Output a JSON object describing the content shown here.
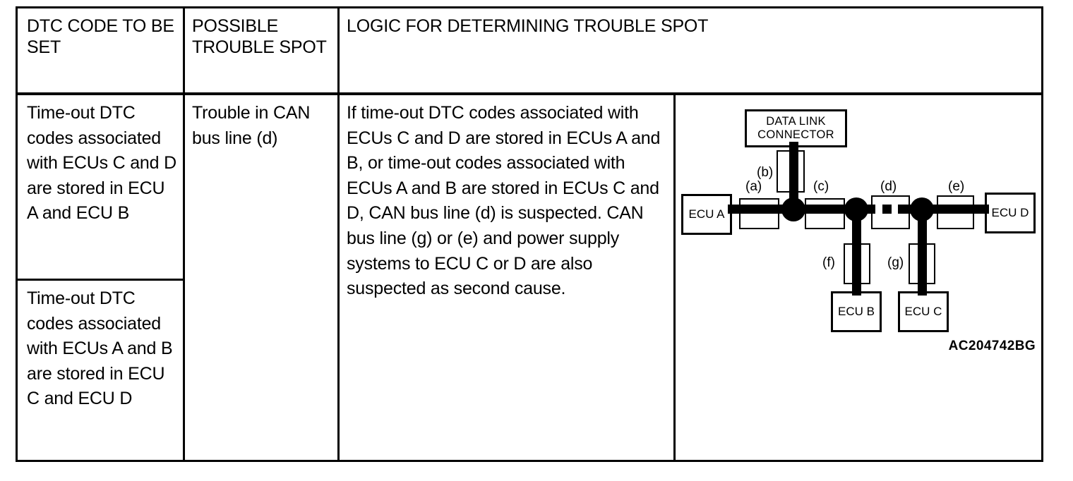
{
  "table": {
    "headers": [
      "DTC CODE TO BE SET",
      "POSSIBLE TROUBLE SPOT",
      "LOGIC FOR DETERMINING TROUBLE SPOT"
    ],
    "rows": [
      {
        "dtc": "Time-out DTC codes associated with ECUs C and D are stored in ECU A and ECU B"
      },
      {
        "dtc": "Time-out DTC codes associated with ECUs A and B are stored in ECU C and ECU D"
      }
    ],
    "possible_trouble_spot": "Trouble in CAN bus line (d)",
    "logic": "If time-out DTC codes associated with ECUs C and D are stored in ECUs A and B, or time-out codes associated with ECUs A and B are stored in ECUs C and D, CAN bus line (d) is suspected. CAN bus line (g) or (e) and power supply systems to ECU C or D are also suspected as second cause."
  },
  "diagram": {
    "data_link_connector": "DATA LINK\nCONNECTOR",
    "data_link_connector_line1": "DATA LINK",
    "data_link_connector_line2": "CONNECTOR",
    "nodes": {
      "ecu_a": "ECU A",
      "ecu_b": "ECU B",
      "ecu_c": "ECU C",
      "ecu_d": "ECU D"
    },
    "segment_labels": {
      "a": "(a)",
      "b": "(b)",
      "c": "(c)",
      "d": "(d)",
      "e": "(e)",
      "f": "(f)",
      "g": "(g)"
    },
    "figure_code": "AC204742BG",
    "colors": {
      "line": "#000000",
      "background": "#ffffff"
    }
  }
}
